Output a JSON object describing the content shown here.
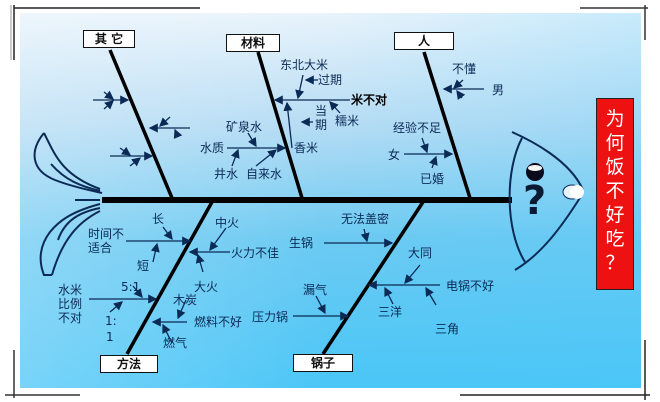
{
  "diagram": {
    "type": "fishbone",
    "head": {
      "problem": "为何饭不好吃？",
      "chars": [
        "为",
        "何",
        "饭",
        "不",
        "好",
        "吃",
        "？"
      ],
      "head_symbol": "?",
      "box_color": "#ee1111"
    },
    "categories": {
      "other": {
        "label": "其 它",
        "causes": []
      },
      "material": {
        "label": "材料",
        "causes": [
          {
            "label": "米不对",
            "sub": [
              "东北大米",
              "过期",
              "当期",
              "糯米",
              "香米"
            ]
          },
          {
            "label": "水质",
            "sub": [
              "矿泉水",
              "井水",
              "自来水"
            ]
          }
        ]
      },
      "person": {
        "label": "人",
        "causes": [
          {
            "label": "男",
            "sub": [
              "不懂"
            ]
          },
          {
            "label": "女",
            "sub": [
              "经验不足",
              "已婚"
            ]
          }
        ]
      },
      "method": {
        "label": "方法",
        "causes": [
          {
            "label": "时间不适合",
            "sub": [
              "长",
              "短"
            ]
          },
          {
            "label": "火力不佳",
            "sub": [
              "中火",
              "大火"
            ]
          },
          {
            "label": "水米比例不对",
            "sub": [
              "5:1",
              "1:1"
            ]
          },
          {
            "label": "燃料不好",
            "sub": [
              "木炭",
              "燃气"
            ]
          }
        ]
      },
      "pot": {
        "label": "锅子",
        "causes": [
          {
            "label": "生锅",
            "sub": [
              "无法盖密"
            ]
          },
          {
            "label": "电锅不好",
            "sub": [
              "大同",
              "三洋",
              "三角"
            ]
          },
          {
            "label": "压力锅",
            "sub": [
              "漏气"
            ]
          }
        ]
      }
    },
    "text": {
      "cat_other": "其 它",
      "cat_material": "材料",
      "cat_person": "人",
      "cat_method": "方法",
      "cat_pot": "锅子",
      "dongbei": "东北大米",
      "guoqi": "过期",
      "mibudui": "米不对",
      "dang": "当",
      "qi": "期",
      "nuomi": "糯米",
      "kuangquan": "矿泉水",
      "shuizhi": "水质",
      "xiangmi": "香米",
      "jingshui": "井水",
      "zilaishui": "自来水",
      "budong": "不懂",
      "nan": "男",
      "jingyan": "经验不足",
      "nv": "女",
      "yihun": "已婚",
      "chang": "长",
      "shijian1": "时间不",
      "shijian2": "适合",
      "duan": "短",
      "zhonghuo": "中火",
      "huoli": "火力不佳",
      "dahuo": "大火",
      "ratio_51": "5:1",
      "shuimi1": "水米",
      "shuimi2": "比例",
      "shuimi3": "不对",
      "ratio_11a": "1:",
      "ratio_11b": "1",
      "mutan": "木炭",
      "ranliao": "燃料不好",
      "ranqi": "燃气",
      "wufa": "无法盖密",
      "shengguo": "生锅",
      "datong": "大同",
      "dianguo": "电锅不好",
      "louqi": "漏气",
      "yaliguo": "压力锅",
      "sanyang": "三洋",
      "sanjiao": "三角"
    }
  }
}
